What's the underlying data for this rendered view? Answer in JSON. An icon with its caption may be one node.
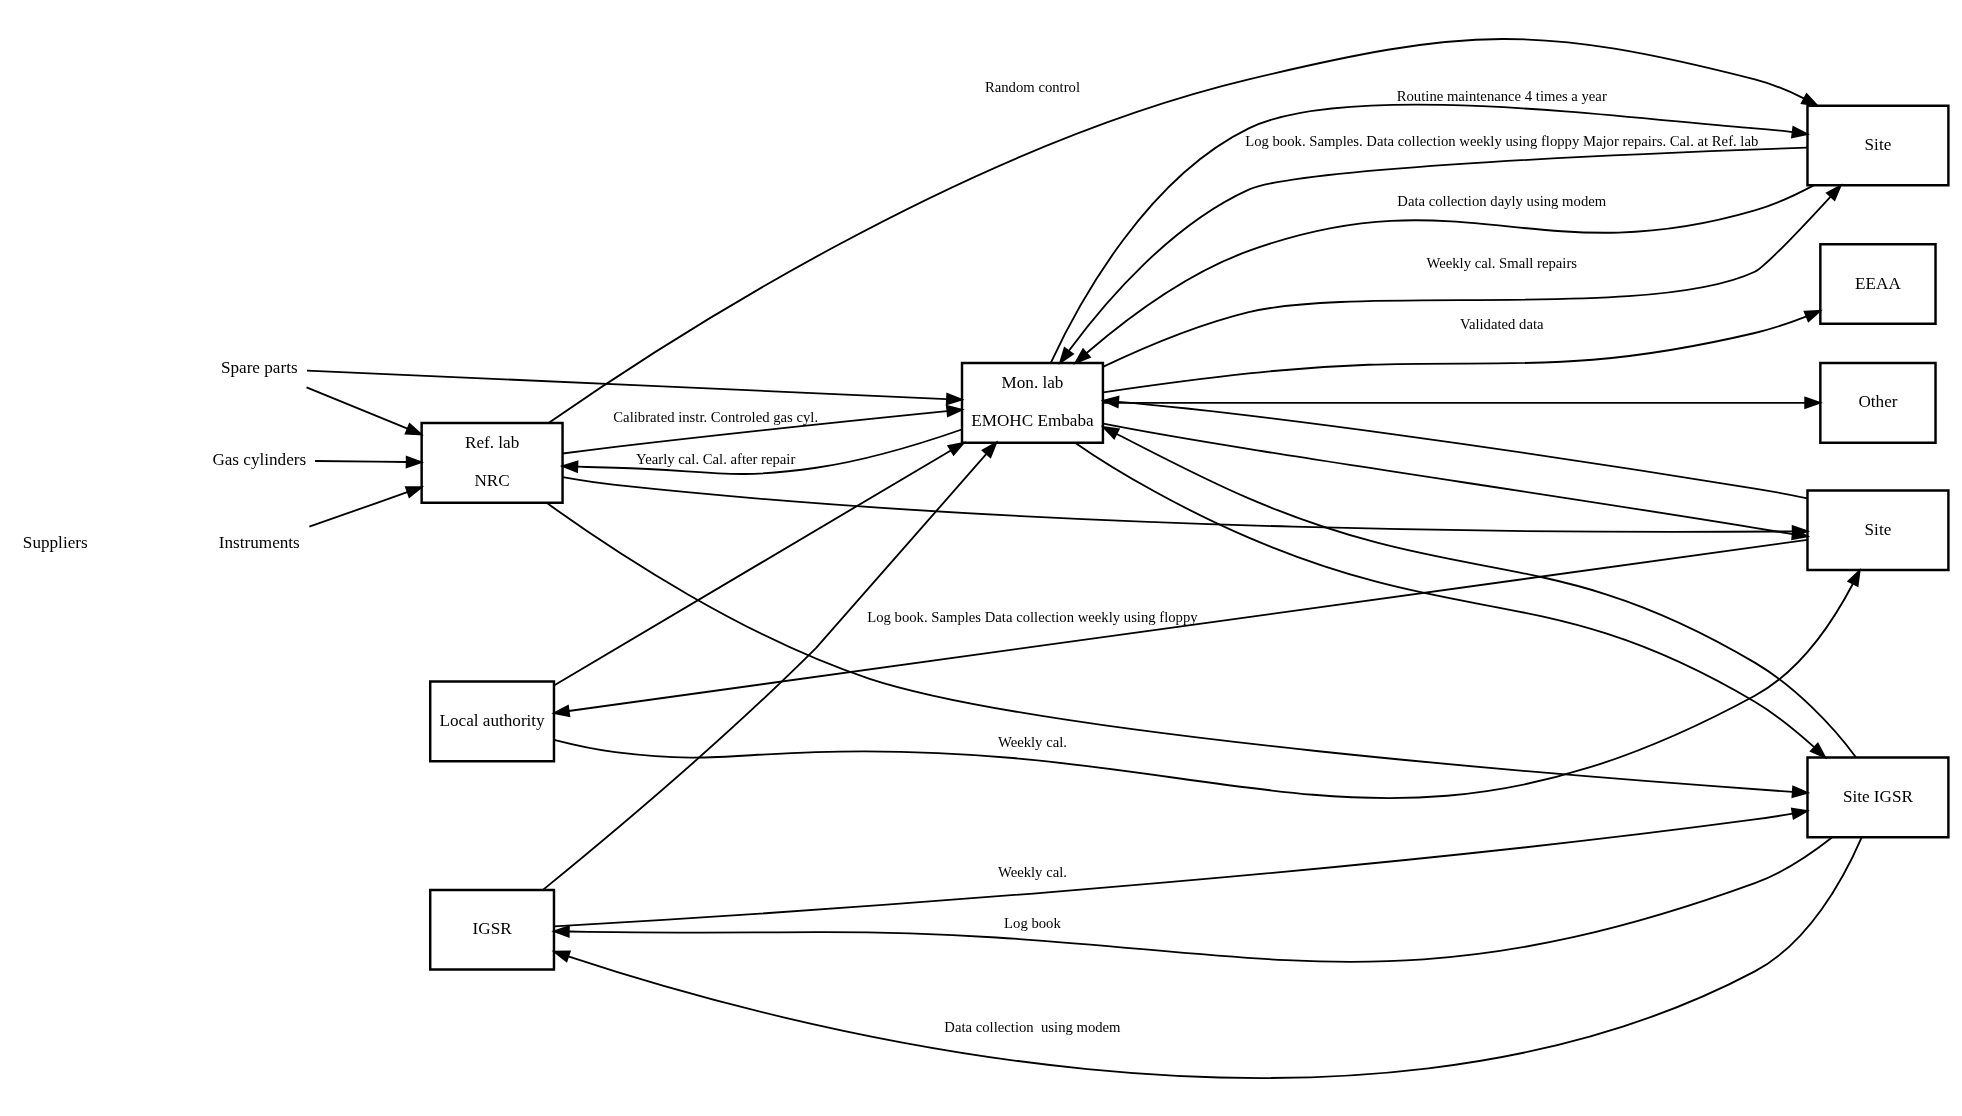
{
  "diagram": {
    "nodes": [
      {
        "text": [
          "Instruments"
        ]
      },
      {
        "text": [
          "Gas cylinders"
        ]
      },
      {
        "text": [
          "Spare parts"
        ]
      },
      {
        "text": [
          "Ref. lab",
          "NRC"
        ]
      },
      {
        "text": [
          "Mon. lab",
          "EMOHC Embaba"
        ]
      },
      {
        "text": [
          "EEAA"
        ]
      },
      {
        "text": [
          "Other"
        ]
      },
      {
        "text": [
          "Site"
        ]
      },
      {
        "text": [
          "Local authority"
        ]
      },
      {
        "text": [
          "Site"
        ]
      },
      {
        "text": [
          "IGSR"
        ]
      },
      {
        "text": [
          "Site IGSR"
        ]
      }
    ],
    "edges": [
      {
        "from": 0,
        "to": 3,
        "arrow": "to"
      },
      {
        "from": 1,
        "to": 3,
        "arrow": "to"
      },
      {
        "from": 2,
        "to": 3,
        "arrow": "to"
      },
      {
        "from": 2,
        "to": 4,
        "arrow": "to"
      },
      {
        "from": 3,
        "to": 4,
        "arrow": "to",
        "label": "Calibrated instr. Controled gas cyl."
      },
      {
        "from": 4,
        "to": 3,
        "arrow": "to",
        "label": "Yearly cal. Cal. after repair"
      },
      {
        "from": 4,
        "to": 5,
        "arrow": "to",
        "label": "Validated data"
      },
      {
        "from": 4,
        "to": 6,
        "arrow": "to"
      },
      {
        "from": 3,
        "to": 7,
        "arrow": "to",
        "label": "Random control"
      },
      {
        "from": 3,
        "to": 9,
        "arrow": "to"
      },
      {
        "from": 3,
        "to": 11,
        "arrow": "to"
      },
      {
        "from": 4,
        "to": 7,
        "arrow": "to",
        "label": "Weekly cal. Small repairs"
      },
      {
        "from": 4,
        "to": 7,
        "arrow": "to",
        "label": "Routine maintenance 4 times a year"
      },
      {
        "from": 4,
        "to": 9,
        "arrow": "to"
      },
      {
        "from": 4,
        "to": 11,
        "arrow": "to"
      },
      {
        "from": 7,
        "to": 4,
        "arrow": "to",
        "label": "Log book. Samples. Data collection weekly using floppy Major repairs. Cal. at Ref. lab"
      },
      {
        "from": 8,
        "to": 4,
        "arrow": "to"
      },
      {
        "from": 10,
        "to": 4,
        "arrow": "to"
      },
      {
        "from": 8,
        "to": 9,
        "arrow": "to",
        "label": "Weekly cal."
      },
      {
        "from": 9,
        "to": 8,
        "arrow": "to",
        "label": "Log book. Samples Data collection weekly using floppy"
      },
      {
        "from": 10,
        "to": 11,
        "arrow": "to",
        "label": "Weekly cal."
      },
      {
        "from": 11,
        "to": 10,
        "arrow": "to",
        "label": "Log book"
      },
      {
        "from": 11,
        "to": 10,
        "arrow": "to",
        "label": "Data collection  using modem"
      },
      {
        "from": 7,
        "to": 4,
        "arrow": "to",
        "label": "Data collection dayly using modem"
      },
      {
        "from": 9,
        "to": 4,
        "arrow": "to"
      },
      {
        "from": 11,
        "to": 4,
        "arrow": "to"
      }
    ],
    "labels": [
      "Suppliers"
    ]
  }
}
